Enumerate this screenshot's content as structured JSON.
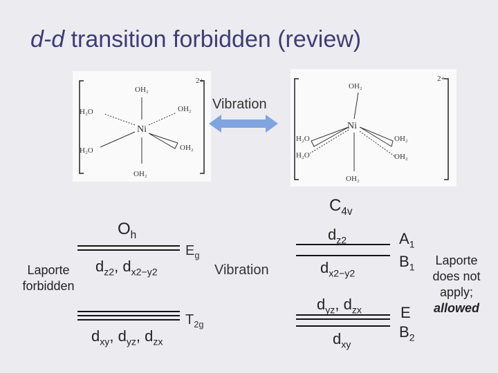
{
  "title": {
    "orbital_prefix": "d-d",
    "rest": " transition forbidden (review)"
  },
  "top": {
    "vibration_label": "Vibration",
    "left_complex": {
      "atoms": {
        "metal": "Ni",
        "top": "OH₂",
        "bottom": "OH₂",
        "upper_left": "H₂O",
        "lower_left": "H₂O",
        "upper_right": "OH₂",
        "lower_right": "OH₂"
      },
      "charge": "2+"
    },
    "right_complex": {
      "atoms": {
        "metal": "Ni",
        "top": "OH₂",
        "bottom": "OH₂",
        "upper_left": "H₂O",
        "lower_left": "H₂O",
        "upper_right": "OH₂",
        "lower_right": "OH₂"
      },
      "charge": "2+"
    }
  },
  "left_diagram": {
    "point_group": {
      "main": "O",
      "sub": "h"
    },
    "note": [
      "Laporte",
      "forbidden"
    ],
    "eg_orbitals": {
      "a": "d",
      "a_sub": "z2",
      "sep": ", ",
      "b": "d",
      "b_sub": "x2−y2"
    },
    "t2g_orbitals": {
      "a": "d",
      "a_sub": "xy",
      "b": "d",
      "b_sub": "yz",
      "c": "d",
      "c_sub": "zx",
      "sep": ", "
    },
    "eg_symmetry": {
      "main": "E",
      "sub": "g"
    },
    "t2g_symmetry": {
      "main": "T",
      "sub": "2g"
    }
  },
  "middle_vibration_label": "Vibration",
  "right_diagram": {
    "point_group": {
      "main": "C",
      "sub": "4v"
    },
    "levels": [
      {
        "orb": "d",
        "sub": "z2",
        "sym": "A",
        "sym_sub": "1"
      },
      {
        "orb": "d",
        "sub": "x2−y2",
        "sym": "B",
        "sym_sub": "1"
      },
      {
        "orb": "d",
        "sub": "yz",
        "orb2": "d",
        "sub2": "zx",
        "sep": ", ",
        "sym": "E",
        "sym_sub": ""
      },
      {
        "orb": "d",
        "sub": "xy",
        "sym": "B",
        "sym_sub": "2"
      }
    ],
    "note": [
      "Laporte",
      "does not",
      "apply;",
      "allowed"
    ]
  },
  "colors": {
    "title": "#3d3d78",
    "arrow": "#7fa4e0",
    "background": "#ececf0"
  }
}
